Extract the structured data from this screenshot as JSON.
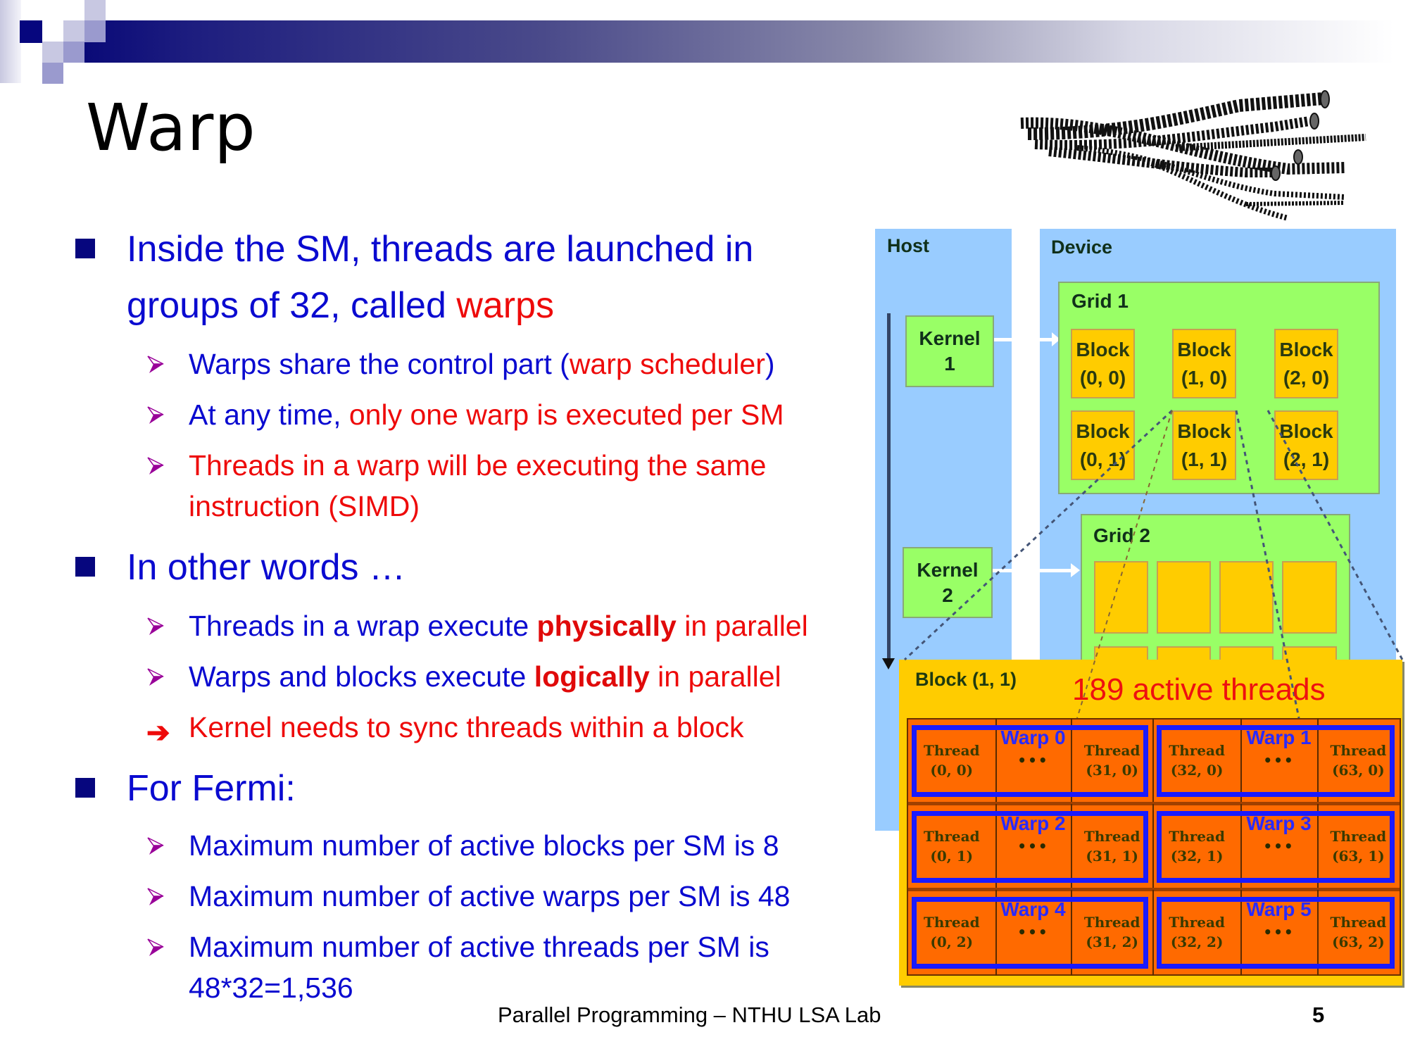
{
  "slide": {
    "title": "Warp",
    "footer": "Parallel Programming – NTHU LSA Lab",
    "page_number": "5"
  },
  "bullets": [
    {
      "parts": [
        {
          "text": "Inside the SM, threads are launched in groups of 32, called ",
          "style": "normal"
        },
        {
          "text": "warps",
          "style": "red"
        }
      ],
      "sub": [
        {
          "parts": [
            {
              "text": "Warps share the control part (",
              "style": "normal"
            },
            {
              "text": "warp scheduler",
              "style": "red"
            },
            {
              "text": ")",
              "style": "normal"
            }
          ]
        },
        {
          "parts": [
            {
              "text": "At any time, ",
              "style": "normal"
            },
            {
              "text": "only one warp is executed per SM",
              "style": "red"
            }
          ]
        },
        {
          "parts": [
            {
              "text": "Threads in a warp will be executing the same instruction (SIMD)",
              "style": "red"
            }
          ]
        }
      ]
    },
    {
      "parts": [
        {
          "text": "In other words …",
          "style": "normal"
        }
      ],
      "sub": [
        {
          "parts": [
            {
              "text": "Threads in a wrap execute ",
              "style": "normal"
            },
            {
              "text": "physically",
              "style": "redb"
            },
            {
              "text": " in parallel",
              "style": "red"
            }
          ]
        },
        {
          "parts": [
            {
              "text": "Warps and blocks execute ",
              "style": "normal"
            },
            {
              "text": "logically",
              "style": "redb"
            },
            {
              "text": " in parallel",
              "style": "red"
            }
          ]
        },
        {
          "parts": [
            {
              "text": "Kernel needs to sync threads within a block",
              "style": "red"
            }
          ],
          "bullet": "right-arrow"
        }
      ]
    },
    {
      "parts": [
        {
          "text": "For Fermi:",
          "style": "normal"
        }
      ],
      "sub": [
        {
          "parts": [
            {
              "text": "Maximum number of active blocks per SM is 8",
              "style": "normal"
            }
          ]
        },
        {
          "parts": [
            {
              "text": "Maximum number of active warps per SM is 48",
              "style": "normal"
            }
          ]
        },
        {
          "parts": [
            {
              "text": "Maximum number of active threads per SM is 48*32=1,536",
              "style": "normal"
            }
          ]
        }
      ]
    }
  ],
  "diagram": {
    "host_label": "Host",
    "device_label": "Device",
    "kernels": [
      {
        "line1": "Kernel",
        "line2": "1"
      },
      {
        "line1": "Kernel",
        "line2": "2"
      }
    ],
    "grid1": {
      "label": "Grid 1",
      "blocks": [
        {
          "line1": "Block",
          "line2": "(0, 0)"
        },
        {
          "line1": "Block",
          "line2": "(1, 0)"
        },
        {
          "line1": "Block",
          "line2": "(2, 0)"
        },
        {
          "line1": "Block",
          "line2": "(0, 1)"
        },
        {
          "line1": "Block",
          "line2": "(1, 1)"
        },
        {
          "line1": "Block",
          "line2": "(2, 1)"
        }
      ]
    },
    "grid2": {
      "label": "Grid 2"
    },
    "zoom_block": {
      "label": "Block (1, 1)",
      "active_threads": "189 active threads",
      "rows": [
        {
          "warps": [
            {
              "name": "Warp 0",
              "first": "(0, 0)",
              "last": "(31, 0)"
            },
            {
              "name": "Warp 1",
              "first": "(32, 0)",
              "last": "(63, 0)"
            }
          ]
        },
        {
          "warps": [
            {
              "name": "Warp 2",
              "first": "(0, 1)",
              "last": "(31, 1)"
            },
            {
              "name": "Warp 3",
              "first": "(32, 1)",
              "last": "(63, 1)"
            }
          ]
        },
        {
          "warps": [
            {
              "name": "Warp 4",
              "first": "(0, 2)",
              "last": "(31, 2)"
            },
            {
              "name": "Warp 5",
              "first": "(32, 2)",
              "last": "(63, 2)"
            }
          ]
        }
      ],
      "thread_word": "Thread",
      "ellipsis": "•••"
    },
    "illustration": "twisted-wire-rope"
  },
  "colors": {
    "text_blue": "#0a0ad0",
    "text_red": "#ee0a0a",
    "host_device_bg": "#99ccff",
    "grid_green": "#99ff66",
    "block_yellow": "#ffcc00",
    "thread_orange": "#ff6a00",
    "warp_frame_blue": "#1a1aff"
  }
}
